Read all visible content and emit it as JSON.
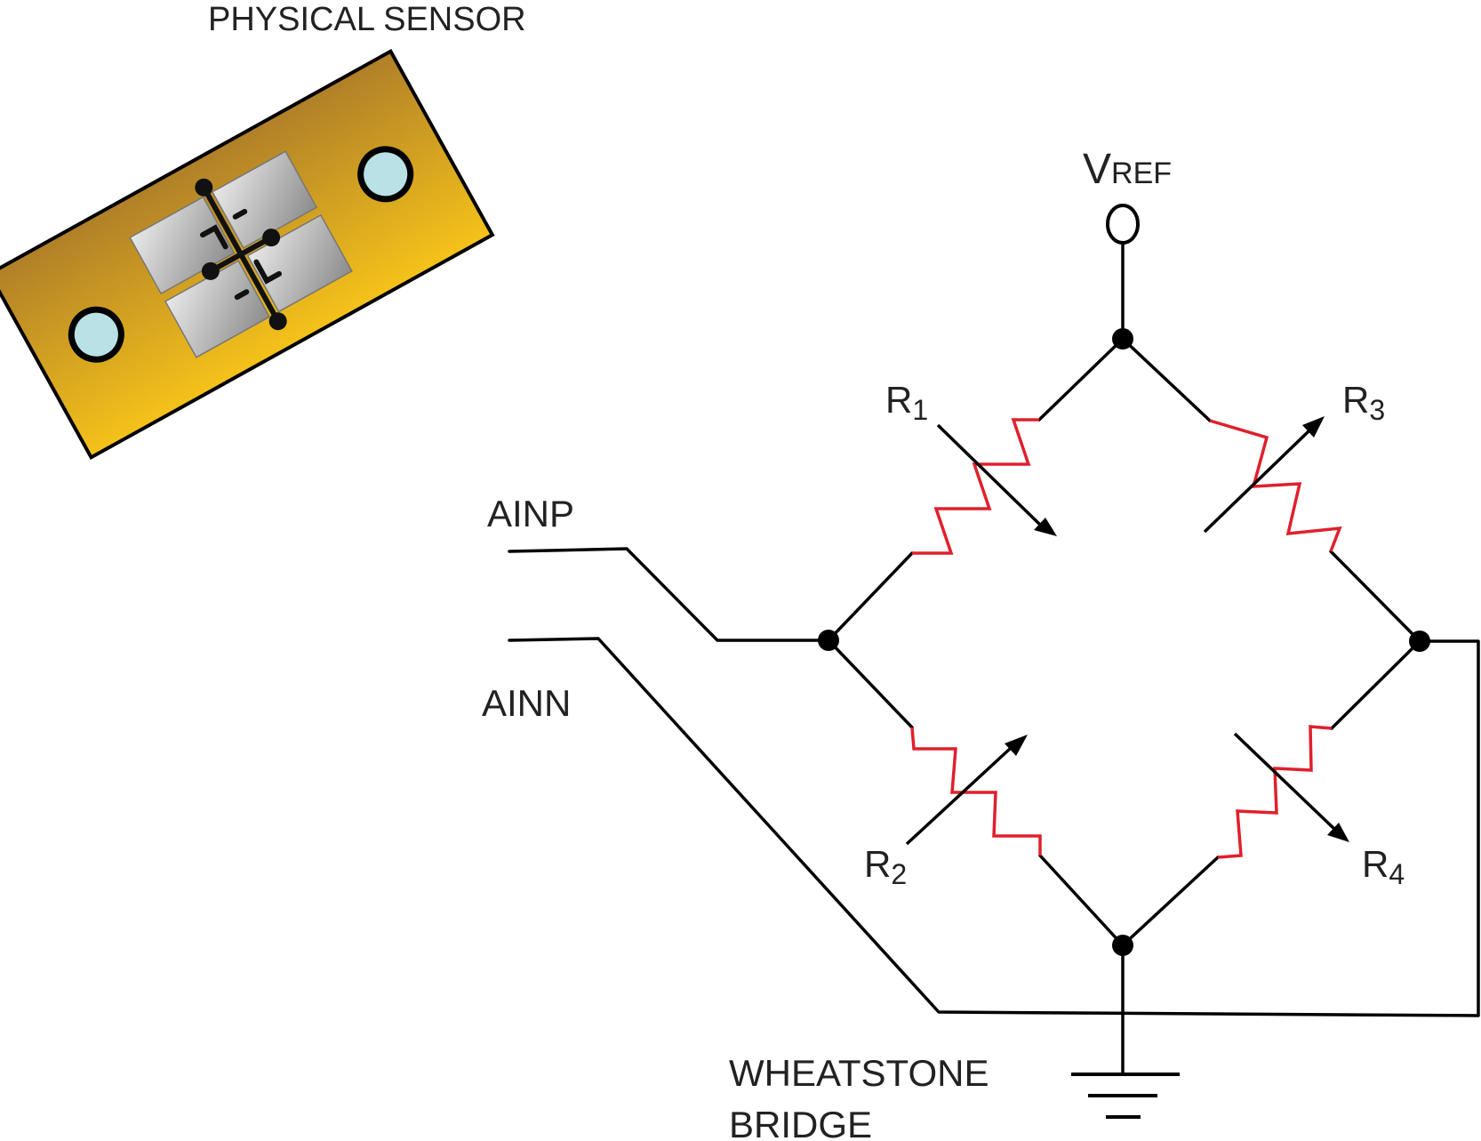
{
  "labels": {
    "physical_sensor": "PHYSICAL SENSOR",
    "vref_main": "V",
    "vref_sub": "REF",
    "r1_main": "R",
    "r1_sub": "1",
    "r2_main": "R",
    "r2_sub": "2",
    "r3_main": "R",
    "r3_sub": "3",
    "r4_main": "R",
    "r4_sub": "4",
    "ainp": "AINP",
    "ainn": "AINN",
    "bridge_line1": "WHEATSTONE",
    "bridge_line2": "BRIDGE"
  },
  "colors": {
    "resistor": "#e0202c",
    "wire": "#000000",
    "sensor_board_top": "#b08028",
    "sensor_board_bottom": "#f5c21a",
    "sensor_mount_hole": "#b9e1e6",
    "strain_pad_light": "#e9e9e9",
    "strain_pad_dark": "#8c8c8c"
  }
}
